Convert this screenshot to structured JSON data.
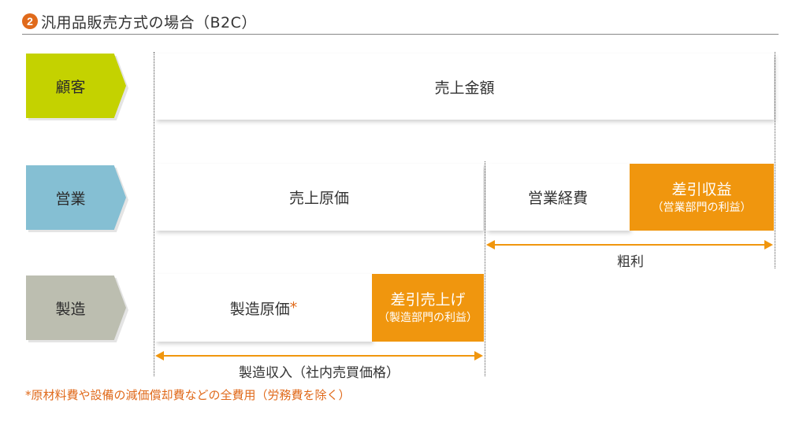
{
  "title": {
    "number": "2",
    "text": "汎用品販売方式の場合（B2C）"
  },
  "rows": {
    "customer": "顧客",
    "sales": "営業",
    "manufacturing": "製造"
  },
  "blocks": {
    "sales_amount": "売上金額",
    "cost_of_sales": "売上原価",
    "operating_expenses": "営業経費",
    "sales_margin_main": "差引収益",
    "sales_margin_sub": "（営業部門の利益）",
    "manufacturing_cost": "製造原価",
    "manufacturing_cost_mark": "*",
    "manufacturing_margin_main": "差引売上げ",
    "manufacturing_margin_sub": "（製造部門の利益）"
  },
  "arrows": {
    "gross_profit": "粗利",
    "manufacturing_income": "製造収入（社内売買価格）"
  },
  "footnote": "*原材料費や設備の減価償却費などの全費用（労務費を除く）"
}
